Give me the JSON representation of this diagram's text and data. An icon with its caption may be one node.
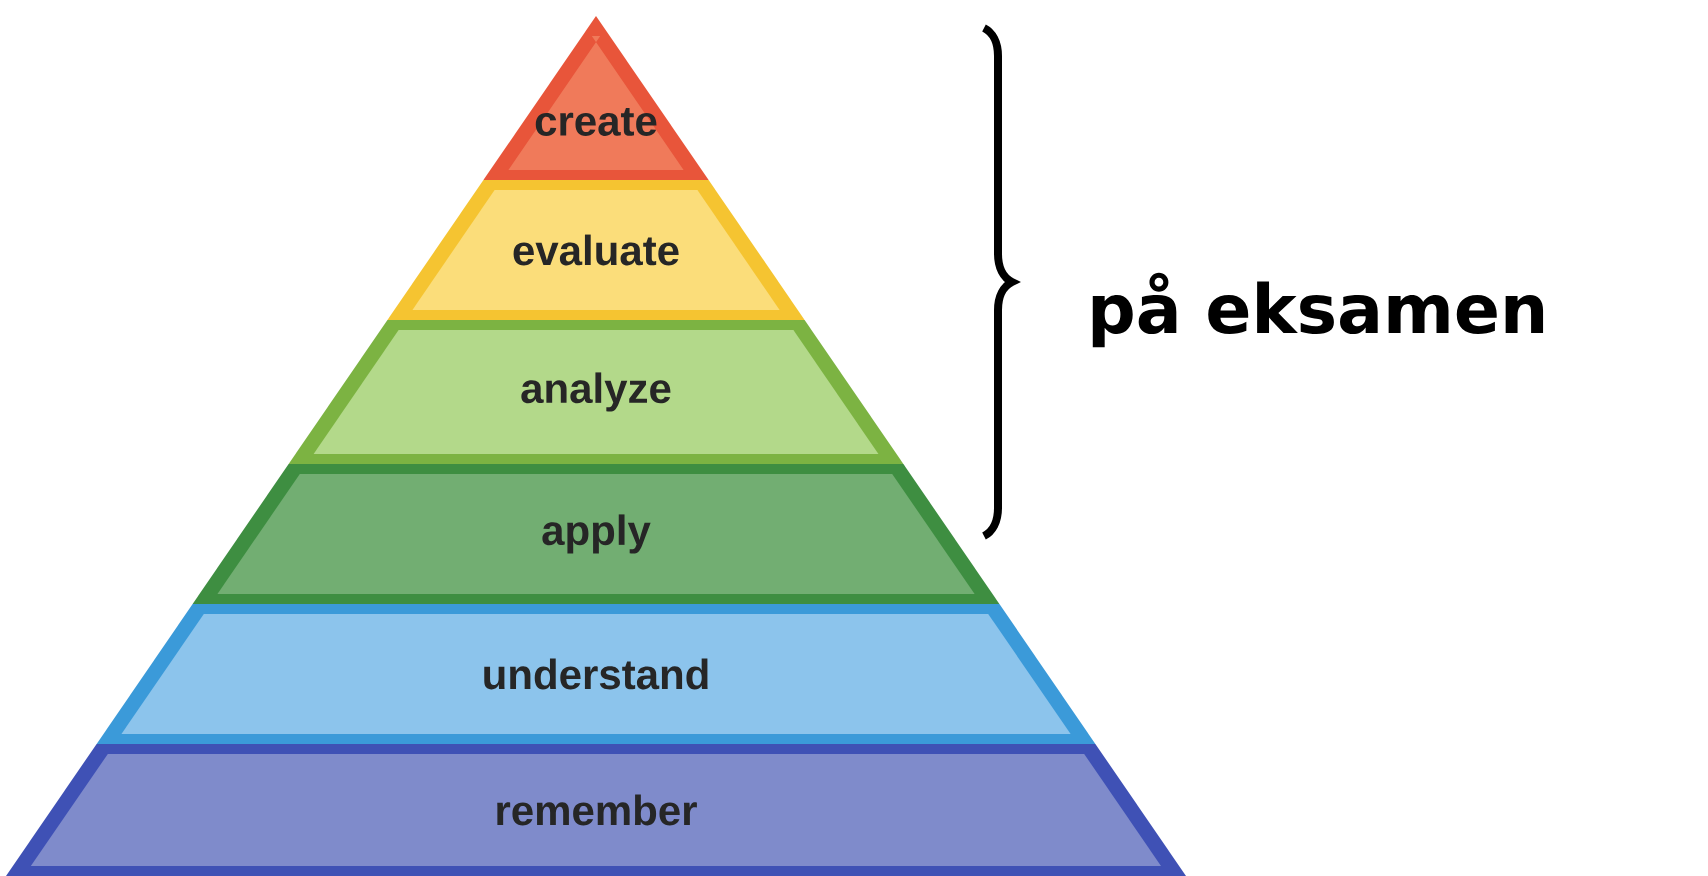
{
  "diagram": {
    "nodes": [
      {
        "text": [
          "create"
        ]
      },
      {
        "text": [
          "evaluate"
        ]
      },
      {
        "text": [
          "analyze"
        ]
      },
      {
        "text": [
          "apply"
        ]
      },
      {
        "text": [
          "understand"
        ]
      },
      {
        "text": [
          "remember"
        ]
      }
    ],
    "labels": [
      "på eksamen"
    ]
  }
}
